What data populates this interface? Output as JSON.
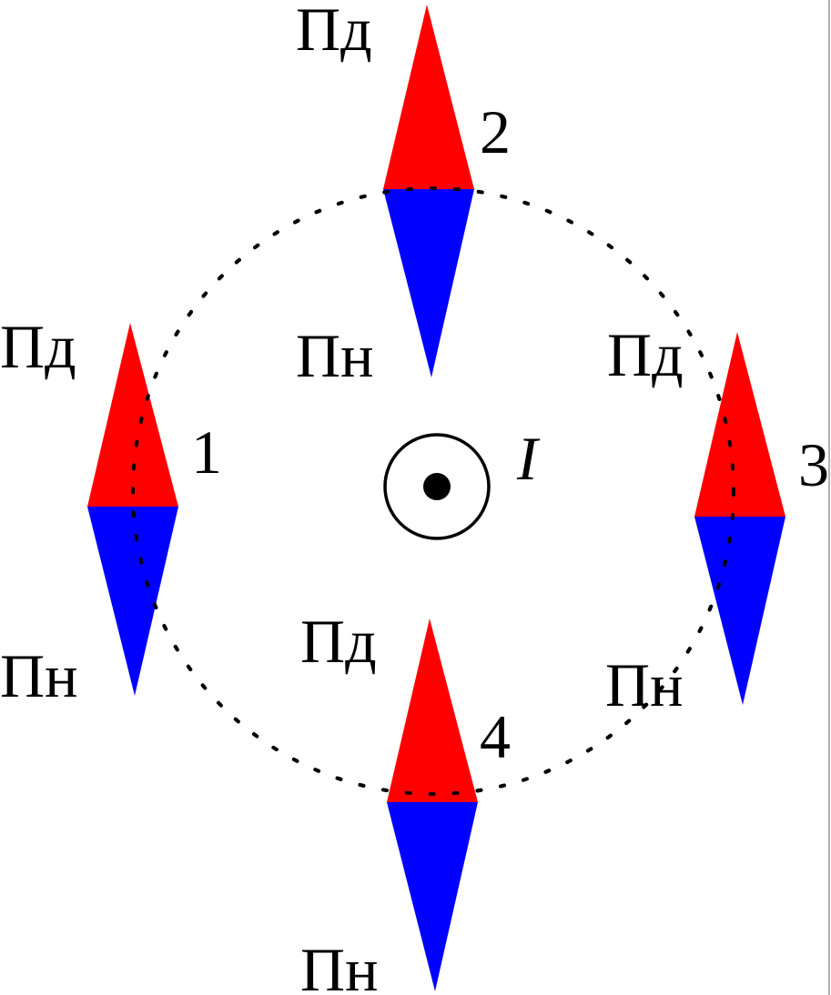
{
  "current": {
    "label": "I",
    "direction_symbol": "dot-out-of-page"
  },
  "colors": {
    "north_half": "#ff0000",
    "south_half": "#0000ff",
    "ink": "#000000"
  },
  "needles": [
    {
      "number": "1",
      "north_label": "Пд",
      "south_label": "Пн"
    },
    {
      "number": "2",
      "north_label": "Пд",
      "south_label": "Пн"
    },
    {
      "number": "3",
      "north_label": "Пд",
      "south_label": "Пн"
    },
    {
      "number": "4",
      "north_label": "Пд",
      "south_label": "Пн"
    }
  ]
}
